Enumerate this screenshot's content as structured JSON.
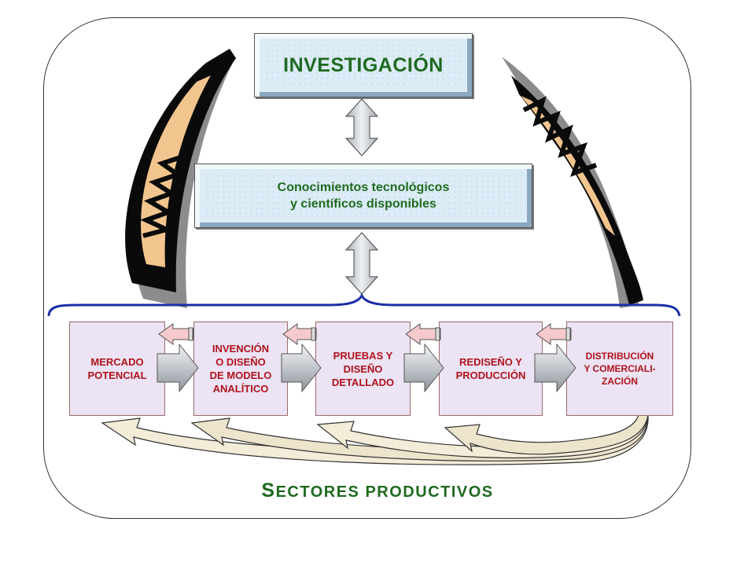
{
  "top_box": {
    "label": "INVESTIGACIÓN"
  },
  "middle_box": {
    "line1": "Conocimientos tecnológicos",
    "line2": "y científicos disponibles"
  },
  "stages": [
    {
      "lines": [
        "MERCADO",
        "POTENCIAL"
      ]
    },
    {
      "lines": [
        "INVENCIÓN",
        "O DISEÑO",
        "DE MODELO",
        "ANALÍTICO"
      ]
    },
    {
      "lines": [
        "PRUEBAS Y",
        "DISEÑO",
        "DETALLADO"
      ]
    },
    {
      "lines": [
        "REDISEÑO Y",
        "PRODUCCIÓN"
      ]
    },
    {
      "lines": [
        "DISTRIBUCIÓN",
        "Y COMERCIALI-",
        "ZACIÓN"
      ]
    }
  ],
  "footer": {
    "title_first": "S",
    "title_rest": "ECTORES PRODUCTIVOS"
  },
  "colors": {
    "title_green": "#1f6a1f",
    "stage_text_red": "#b0121a",
    "stage_fill": "#ece3f4",
    "box_fill": "#dcecf7",
    "brace_blue": "#1b2fa8",
    "arrow_grey": "#c8ccd2",
    "feedback_pink": "#f6c9cc",
    "feedback_arc_fill": "#f3ecd8",
    "swoosh_tan": "#f3c58e",
    "swoosh_black": "#0a0a0a"
  }
}
